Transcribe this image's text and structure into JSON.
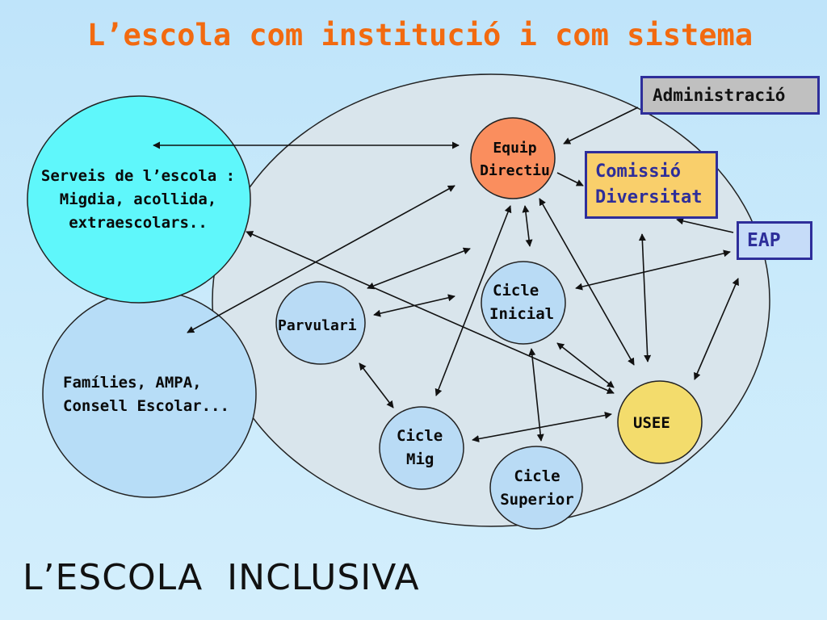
{
  "title": "L’escola com institució i com sistema",
  "footer": "L’ESCOLA  INCLUSIVA",
  "nodes": {
    "serveis": {
      "line1": "Serveis de l’escola :",
      "line2": "Migdia, acollida,",
      "line3": "extraescolars.."
    },
    "families": {
      "line1": "Famílies, AMPA,",
      "line2": "Consell Escolar..."
    },
    "equip": {
      "line1": "Equip",
      "line2": "Directiu"
    },
    "administracio": {
      "label": "Administració"
    },
    "comissio": {
      "line1": "Comissió",
      "line2": "Diversitat"
    },
    "eap": {
      "label": "EAP"
    },
    "cicle_inicial": {
      "line1": "Cicle",
      "line2": "Inicial"
    },
    "parvulari": {
      "label": "Parvulari"
    },
    "usee": {
      "label": "USEE"
    },
    "cicle_mig": {
      "line1": "Cicle",
      "line2": "Mig"
    },
    "cicle_superior": {
      "line1": "Cicle",
      "line2": "Superior"
    }
  },
  "colors": {
    "title": "#f26a10",
    "big_ellipse": "#d9e5ec",
    "serveis_fill": "#5ff7fb",
    "families_fill": "#b7ddf7",
    "equip_fill": "#fa8e5e",
    "admin_fill": "#c0c0c0",
    "comissio_fill": "#f9cf6b",
    "eap_fill": "#c6dcf8",
    "small_circle_fill": "#b9dbf5",
    "usee_fill": "#f3dc6c",
    "box_border": "#2e2e9a",
    "box_text": "#2e2e9a"
  }
}
